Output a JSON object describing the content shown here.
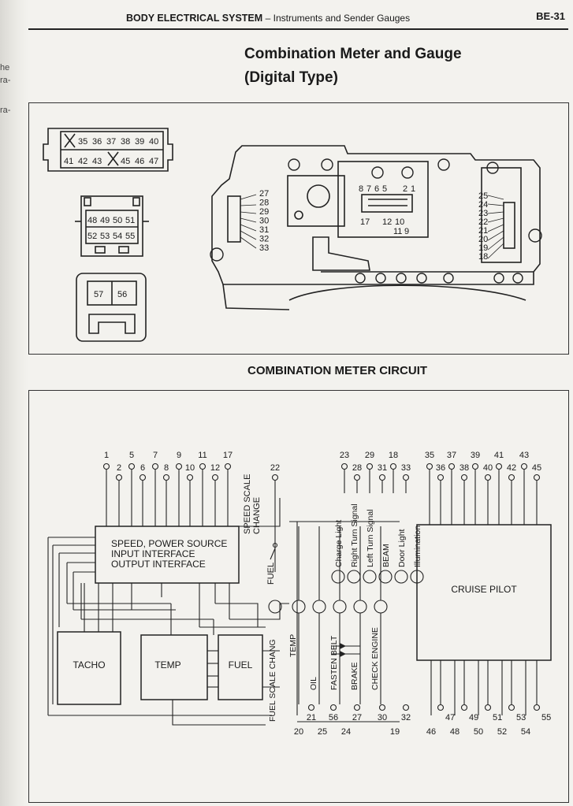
{
  "header": {
    "section": "BODY ELECTRICAL SYSTEM",
    "subsection": "– Instruments and Sender Gauges",
    "page": "BE-31"
  },
  "edge_fragments": [
    "he",
    "ra-",
    "ra-"
  ],
  "title": {
    "line1": "Combination Meter and Gauge",
    "line2": "(Digital Type)"
  },
  "connectors": {
    "c1_top": [
      "35",
      "36",
      "37",
      "38",
      "39",
      "40"
    ],
    "c1_bottom": [
      "41",
      "42",
      "43",
      "45",
      "46",
      "47"
    ],
    "c2_top": [
      "48",
      "49",
      "50",
      "51"
    ],
    "c2_bottom": [
      "52",
      "53",
      "54",
      "55"
    ],
    "c3": [
      "57",
      "56"
    ]
  },
  "meter_pins": {
    "left": [
      "27",
      "28",
      "29",
      "30",
      "31",
      "32",
      "33"
    ],
    "center_top": [
      "8",
      "7",
      "6",
      "5",
      "2",
      "1"
    ],
    "center_bottom": [
      "17",
      "12",
      "10",
      "11",
      "9"
    ],
    "right": [
      "25",
      "24",
      "23",
      "22",
      "21",
      "20",
      "19",
      "18"
    ]
  },
  "circuit_title": "COMBINATION METER CIRCUIT",
  "circuit": {
    "top_pins_a": [
      "1",
      "5",
      "7",
      "9",
      "11",
      "17"
    ],
    "top_pins_b": [
      "2",
      "6",
      "8",
      "10",
      "12"
    ],
    "pin_22": "22",
    "speed_scale": [
      "SPEED SCALE",
      "CHANGE"
    ],
    "top_pins_c": [
      "23",
      "29",
      "18"
    ],
    "top_pins_d": [
      "28",
      "31",
      "33"
    ],
    "cruise_top_a": [
      "35",
      "37",
      "39",
      "41",
      "43"
    ],
    "cruise_top_b": [
      "36",
      "38",
      "40",
      "42",
      "45"
    ],
    "interface": [
      "SPEED, POWER SOURCE",
      "INPUT INTERFACE",
      "OUTPUT INTERFACE"
    ],
    "fuel_lamp": "FUEL",
    "indicators_up": [
      "Charge Light",
      "Right Turn Signal",
      "Left Turn Signal",
      "BEAM",
      "Door Light",
      "Illumination"
    ],
    "indicators_down": [
      "TEMP",
      "OIL",
      "FASTEN BELT",
      "BRAKE",
      "CHECK ENGINE"
    ],
    "fuel_scale": "FUEL SCALE CHANG",
    "cruise_pilot": "CRUISE PILOT",
    "tacho": "TACHO",
    "temp": "TEMP",
    "fuel": "FUEL",
    "bottom_pins_a": [
      "21",
      "56",
      "27",
      "30",
      "32"
    ],
    "bottom_pins_b": [
      "20",
      "25",
      "24",
      "19"
    ],
    "cruise_bottom_a": [
      "47",
      "49",
      "51",
      "53",
      "55"
    ],
    "cruise_bottom_b": [
      "46",
      "48",
      "50",
      "52",
      "54"
    ]
  }
}
